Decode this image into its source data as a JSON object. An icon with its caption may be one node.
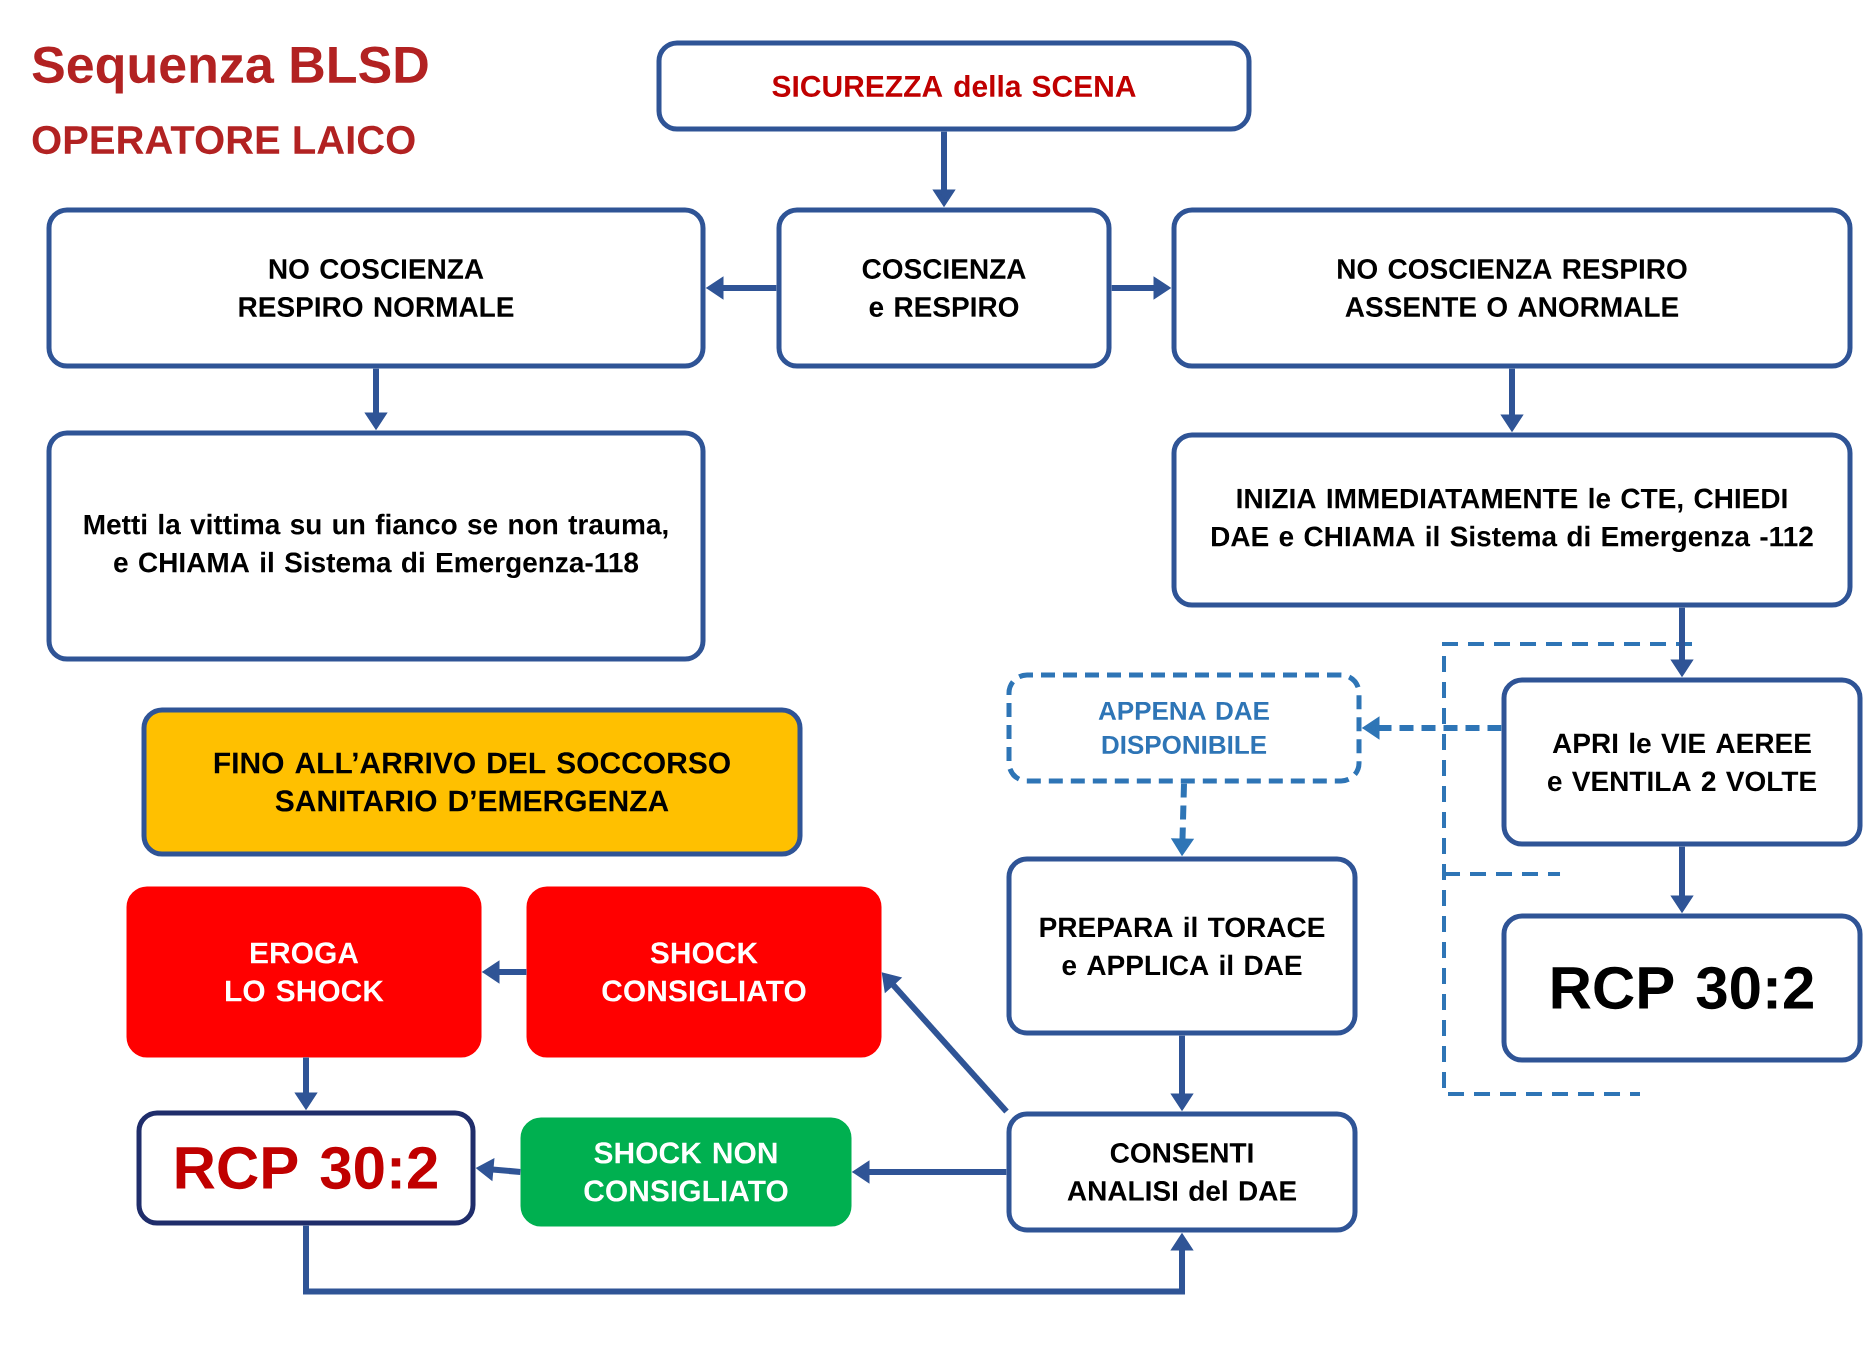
{
  "diagram": {
    "title": "Sequenza BLSD",
    "nodes": [
      {
        "text": [
          "SICUREZZA della SCENA"
        ]
      },
      {
        "text": [
          "COSCIENZA e RESPIRO"
        ]
      },
      {
        "text": [
          "NO COSCIENZA RESPIRO NORMALE"
        ]
      },
      {
        "text": [
          "NO COSCIENZA RESPIRO ASSENTE O ANORMALE"
        ]
      },
      {
        "text": [
          "Metti la vittima su un fianco se non trauma, e CHIAMA il Sistema di Emergenza-118"
        ]
      },
      {
        "text": [
          "INIZIA IMMEDIATAMENTE le CTE, CHIEDI DAE e CHIAMA il Sistema di Emergenza -112"
        ]
      },
      {
        "text": [
          "APRI le VIE AEREE e VENTILA 2 VOLTE"
        ]
      },
      {
        "text": [
          "RCP 30:2"
        ]
      },
      {
        "text": [
          "APPENA DAE DISPONIBILE"
        ]
      },
      {
        "text": [
          "FINO ALL’ARRIVO DEL SOCCORSO SANITARIO D’EMERGENZA"
        ]
      },
      {
        "text": [
          "PREPARA il TORACE e APPLICA il DAE"
        ]
      },
      {
        "text": [
          "EROGA LO SHOCK"
        ]
      },
      {
        "text": [
          "SHOCK CONSIGLIATO"
        ]
      },
      {
        "text": [
          "RCP 30:2"
        ]
      },
      {
        "text": [
          "SHOCK NON CONSIGLIATO"
        ]
      },
      {
        "text": [
          "CONSENTI ANALISI del DAE"
        ]
      }
    ],
    "edges": [
      {
        "from": 0,
        "to": 1,
        "arrow": "to"
      },
      {
        "from": 1,
        "to": 2,
        "arrow": "to"
      },
      {
        "from": 1,
        "to": 3,
        "arrow": "to"
      },
      {
        "from": 2,
        "to": 4,
        "arrow": "to"
      },
      {
        "from": 3,
        "to": 5,
        "arrow": "to"
      },
      {
        "from": 5,
        "to": 6,
        "arrow": "to"
      },
      {
        "from": 6,
        "to": 7,
        "arrow": "to"
      },
      {
        "from": 6,
        "to": 8,
        "arrow": "to",
        "style": "dashed",
        "color": "#2e75b6"
      },
      {
        "from": 8,
        "to": 10,
        "arrow": "to",
        "style": "dashed",
        "color": "#2e75b6"
      },
      {
        "from": 10,
        "to": 15,
        "arrow": "to"
      },
      {
        "from": 15,
        "to": 12,
        "arrow": "to"
      },
      {
        "from": 15,
        "to": 14,
        "arrow": "to"
      },
      {
        "from": 12,
        "to": 11,
        "arrow": "to"
      },
      {
        "from": 11,
        "to": 13,
        "arrow": "to"
      },
      {
        "from": 14,
        "to": 13,
        "arrow": "to"
      },
      {
        "from": 13,
        "to": 15,
        "arrow": "to"
      }
    ],
    "labels": [
      "OPERATORE LAICO"
    ]
  }
}
